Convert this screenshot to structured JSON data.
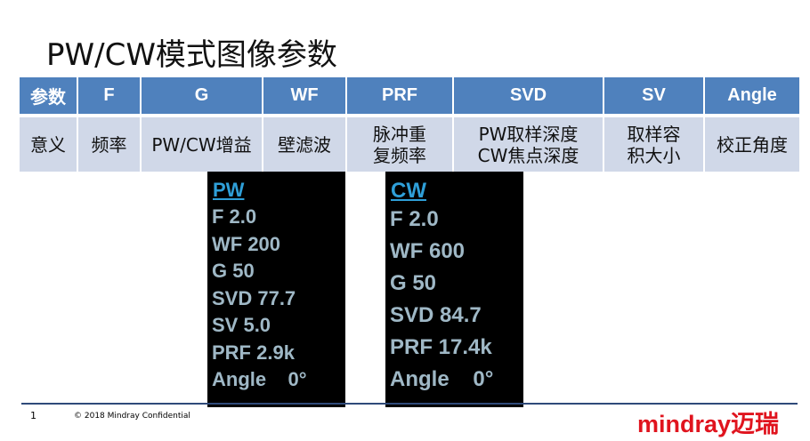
{
  "title": "PW/CW模式图像参数",
  "table": {
    "headers": [
      "参数",
      "F",
      "G",
      "WF",
      "PRF",
      "SVD",
      "SV",
      "Angle"
    ],
    "rows": [
      [
        "意义",
        "频率",
        "PW/CW增益",
        "壁滤波",
        "脉冲重\n复频率",
        "PW取样深度\nCW焦点深度",
        "取样容\n积大小",
        "校正角度"
      ]
    ]
  },
  "pw_panel": {
    "title": "PW",
    "lines": [
      "F 2.0",
      "WF 200",
      "G 50",
      "SVD 77.7",
      "SV 5.0",
      "PRF 2.9k",
      "Angle    0°"
    ]
  },
  "cw_panel": {
    "title": "CW",
    "lines": [
      "F 2.0",
      "WF 600",
      "G 50",
      "SVD 84.7",
      "PRF 17.4k",
      "Angle    0°"
    ]
  },
  "footer": {
    "page": "1",
    "copyright": "© 2018  Mindray Confidential",
    "logo": "mindray迈瑞"
  }
}
